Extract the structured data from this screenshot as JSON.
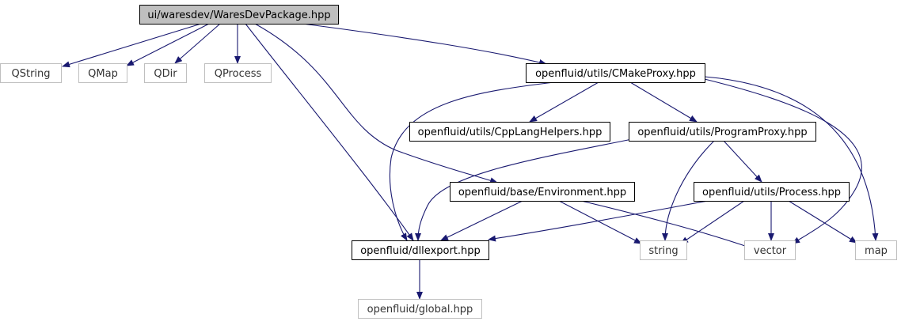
{
  "graph": {
    "colors": {
      "edge": "#191970",
      "root_fill": "#bfbfbf",
      "node_border": "#000000",
      "external_border": "#bfbfbf"
    },
    "nodes": [
      {
        "id": "root",
        "label": "ui/waresdev/WaresDevPackage.hpp",
        "kind": "root"
      },
      {
        "id": "qstring",
        "label": "QString",
        "kind": "external"
      },
      {
        "id": "qmap",
        "label": "QMap",
        "kind": "external"
      },
      {
        "id": "qdir",
        "label": "QDir",
        "kind": "external"
      },
      {
        "id": "qprocess",
        "label": "QProcess",
        "kind": "external"
      },
      {
        "id": "cmakeproxy",
        "label": "openfluid/utils/CMakeProxy.hpp",
        "kind": "internal"
      },
      {
        "id": "cpplanghelpers",
        "label": "openfluid/utils/CppLangHelpers.hpp",
        "kind": "internal"
      },
      {
        "id": "programproxy",
        "label": "openfluid/utils/ProgramProxy.hpp",
        "kind": "internal"
      },
      {
        "id": "environment",
        "label": "openfluid/base/Environment.hpp",
        "kind": "internal"
      },
      {
        "id": "process",
        "label": "openfluid/utils/Process.hpp",
        "kind": "internal"
      },
      {
        "id": "dllexport",
        "label": "openfluid/dllexport.hpp",
        "kind": "internal"
      },
      {
        "id": "string",
        "label": "string",
        "kind": "external"
      },
      {
        "id": "vector",
        "label": "vector",
        "kind": "external"
      },
      {
        "id": "map",
        "label": "map",
        "kind": "external"
      },
      {
        "id": "global",
        "label": "openfluid/global.hpp",
        "kind": "external"
      }
    ],
    "edges": [
      {
        "from": "root",
        "to": "qstring"
      },
      {
        "from": "root",
        "to": "qmap"
      },
      {
        "from": "root",
        "to": "qdir"
      },
      {
        "from": "root",
        "to": "qprocess"
      },
      {
        "from": "root",
        "to": "cmakeproxy"
      },
      {
        "from": "root",
        "to": "dllexport"
      },
      {
        "from": "root",
        "to": "environment"
      },
      {
        "from": "cmakeproxy",
        "to": "dllexport"
      },
      {
        "from": "cmakeproxy",
        "to": "cpplanghelpers"
      },
      {
        "from": "cmakeproxy",
        "to": "programproxy"
      },
      {
        "from": "cmakeproxy",
        "to": "vector"
      },
      {
        "from": "cmakeproxy",
        "to": "map"
      },
      {
        "from": "programproxy",
        "to": "dllexport"
      },
      {
        "from": "programproxy",
        "to": "string"
      },
      {
        "from": "programproxy",
        "to": "process"
      },
      {
        "from": "environment",
        "to": "dllexport"
      },
      {
        "from": "environment",
        "to": "string"
      },
      {
        "from": "environment",
        "to": "vector"
      },
      {
        "from": "process",
        "to": "dllexport"
      },
      {
        "from": "process",
        "to": "string"
      },
      {
        "from": "process",
        "to": "vector"
      },
      {
        "from": "process",
        "to": "map"
      },
      {
        "from": "dllexport",
        "to": "global"
      }
    ]
  }
}
